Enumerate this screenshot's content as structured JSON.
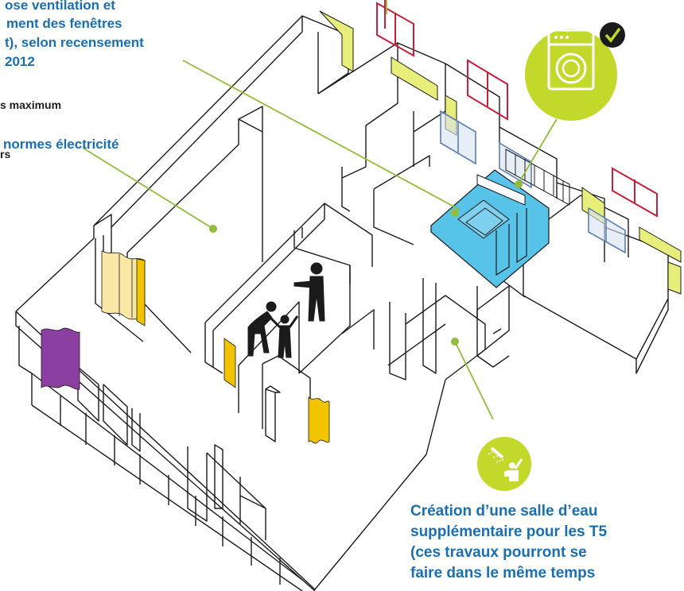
{
  "annotations": {
    "ventilation": [
      "ose ventilation et",
      "ment des fenêtres",
      "t), selon recensement",
      "2012"
    ],
    "maximum": "s maximum",
    "electricite": "normes électricité",
    "rs": "rs"
  },
  "callout_salle_eau": [
    "Création d’une salle d’eau",
    "supplémentaire pour les T5",
    "(ces travaux pourront se",
    "faire dans le même temps"
  ],
  "icons": {
    "washing_machine": "washing-machine-icon",
    "check": "checkmark-icon",
    "shower": "shower-icon"
  },
  "colors": {
    "lime": "#c2d82b",
    "accent_text": "#1a6fb3",
    "bathroom_blue": "#58c3e9",
    "window_red": "#c8203a",
    "window_blue": "#5b7fb6",
    "curtain_yellow": "#f2c400",
    "curtain_purple": "#8b3fa0"
  }
}
